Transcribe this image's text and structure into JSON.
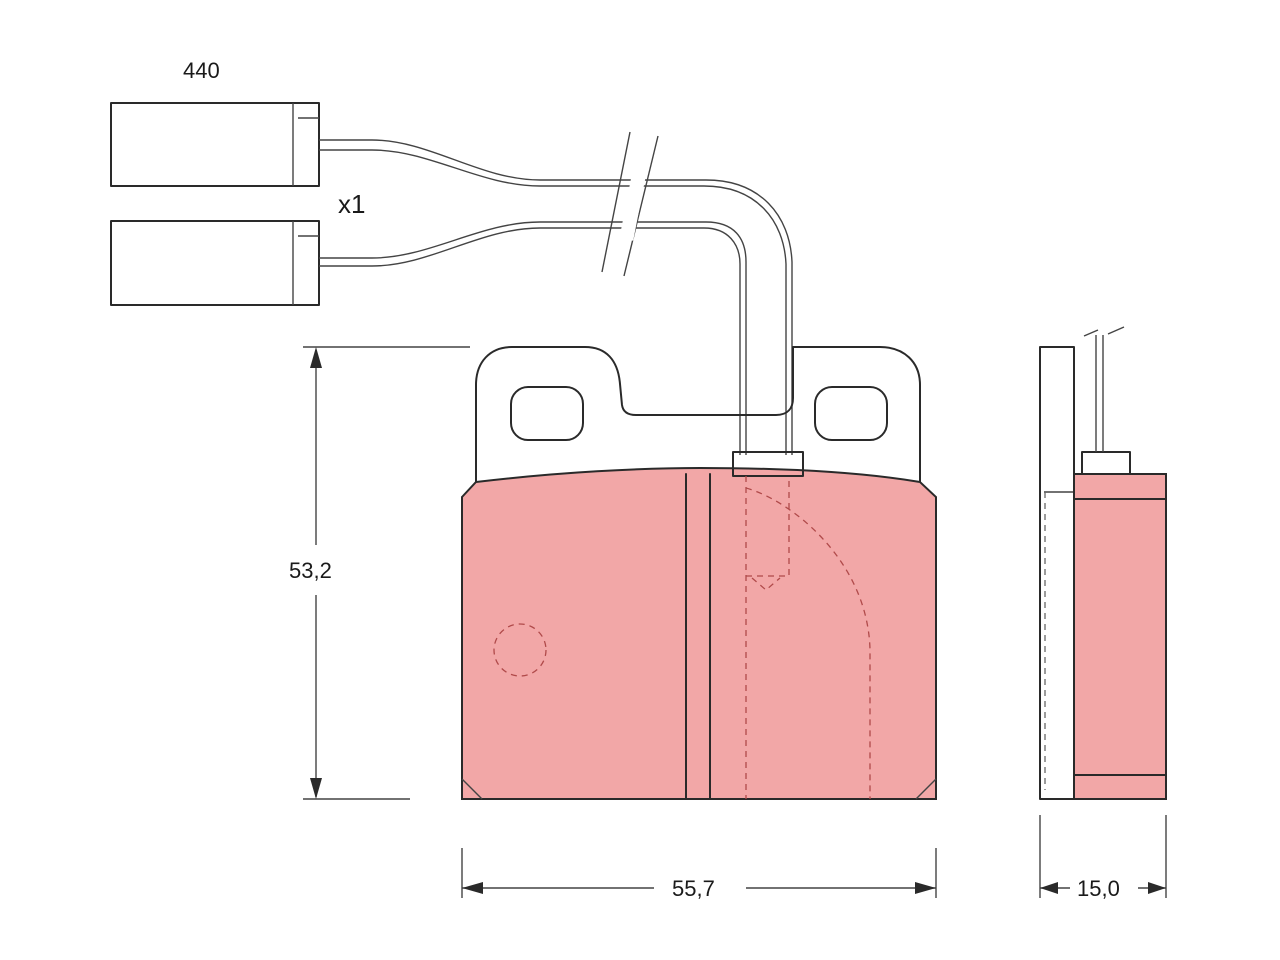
{
  "labels": {
    "sensor_length": "440",
    "sensor_quantity": "x1",
    "height_dimension": "53,2",
    "width_dimension": "55,7",
    "thickness_dimension": "15,0"
  },
  "colors": {
    "friction_material": "#f2a7a7",
    "backing_plate": "#ffffff",
    "outline": "#2a2a2a",
    "hidden_lines": "#b04a4a"
  }
}
